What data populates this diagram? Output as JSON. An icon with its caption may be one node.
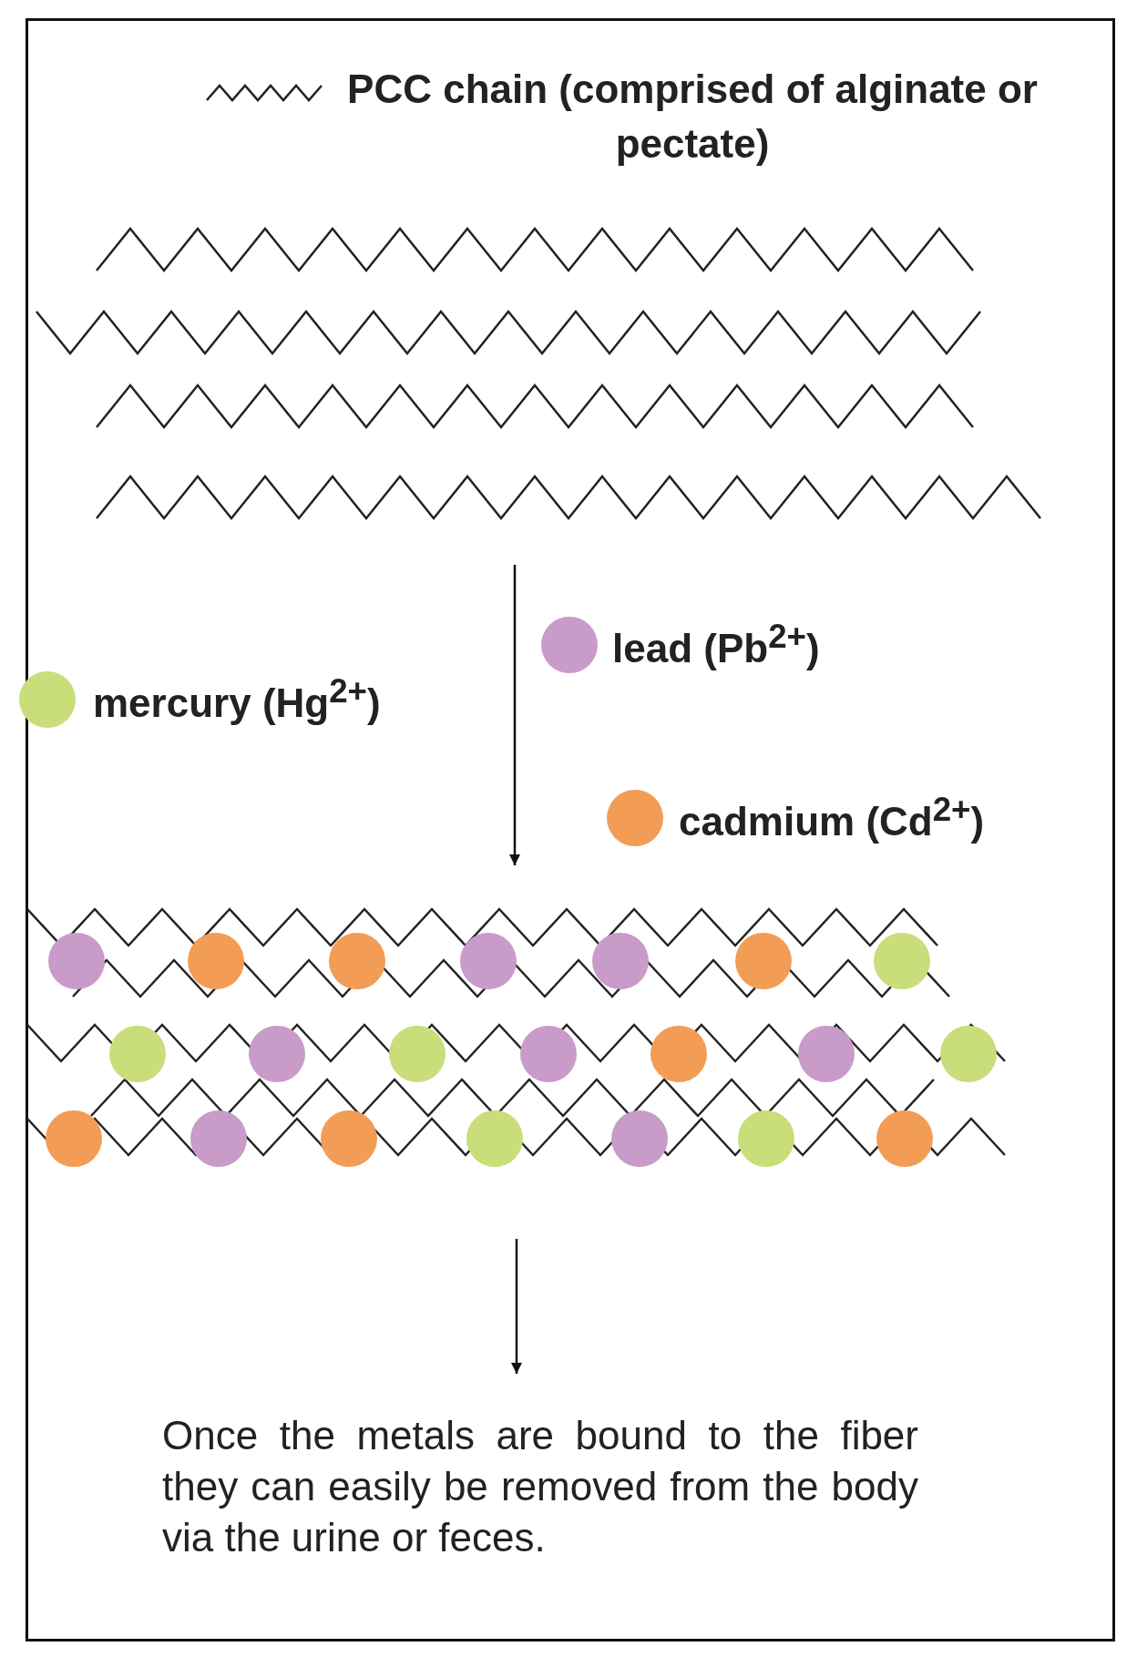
{
  "diagram": {
    "nodes": [
      {
        "text": [],
        "shape": "picture"
      },
      {
        "text": [],
        "shape": "picture"
      },
      {
        "text": [
          "Once the metals are bound to the fiber they can easily be removed from the body via the urine or feces."
        ]
      }
    ],
    "edges": [
      {
        "from": 0,
        "to": 1,
        "arrow": "to"
      },
      {
        "from": 1,
        "to": 2,
        "arrow": "to"
      }
    ],
    "legend": [
      {
        "text": "PCC chain (comprised of alginate or pectate)"
      },
      {
        "text": "lead (Pb$^{2+}$)",
        "color": "#c89bc9"
      },
      {
        "text": "mercury (Hg$^{2+}$)",
        "color": "#c9dd7a"
      },
      {
        "text": "cadmium (Cd$^{2+}$)",
        "color": "#f39c55"
      }
    ]
  }
}
